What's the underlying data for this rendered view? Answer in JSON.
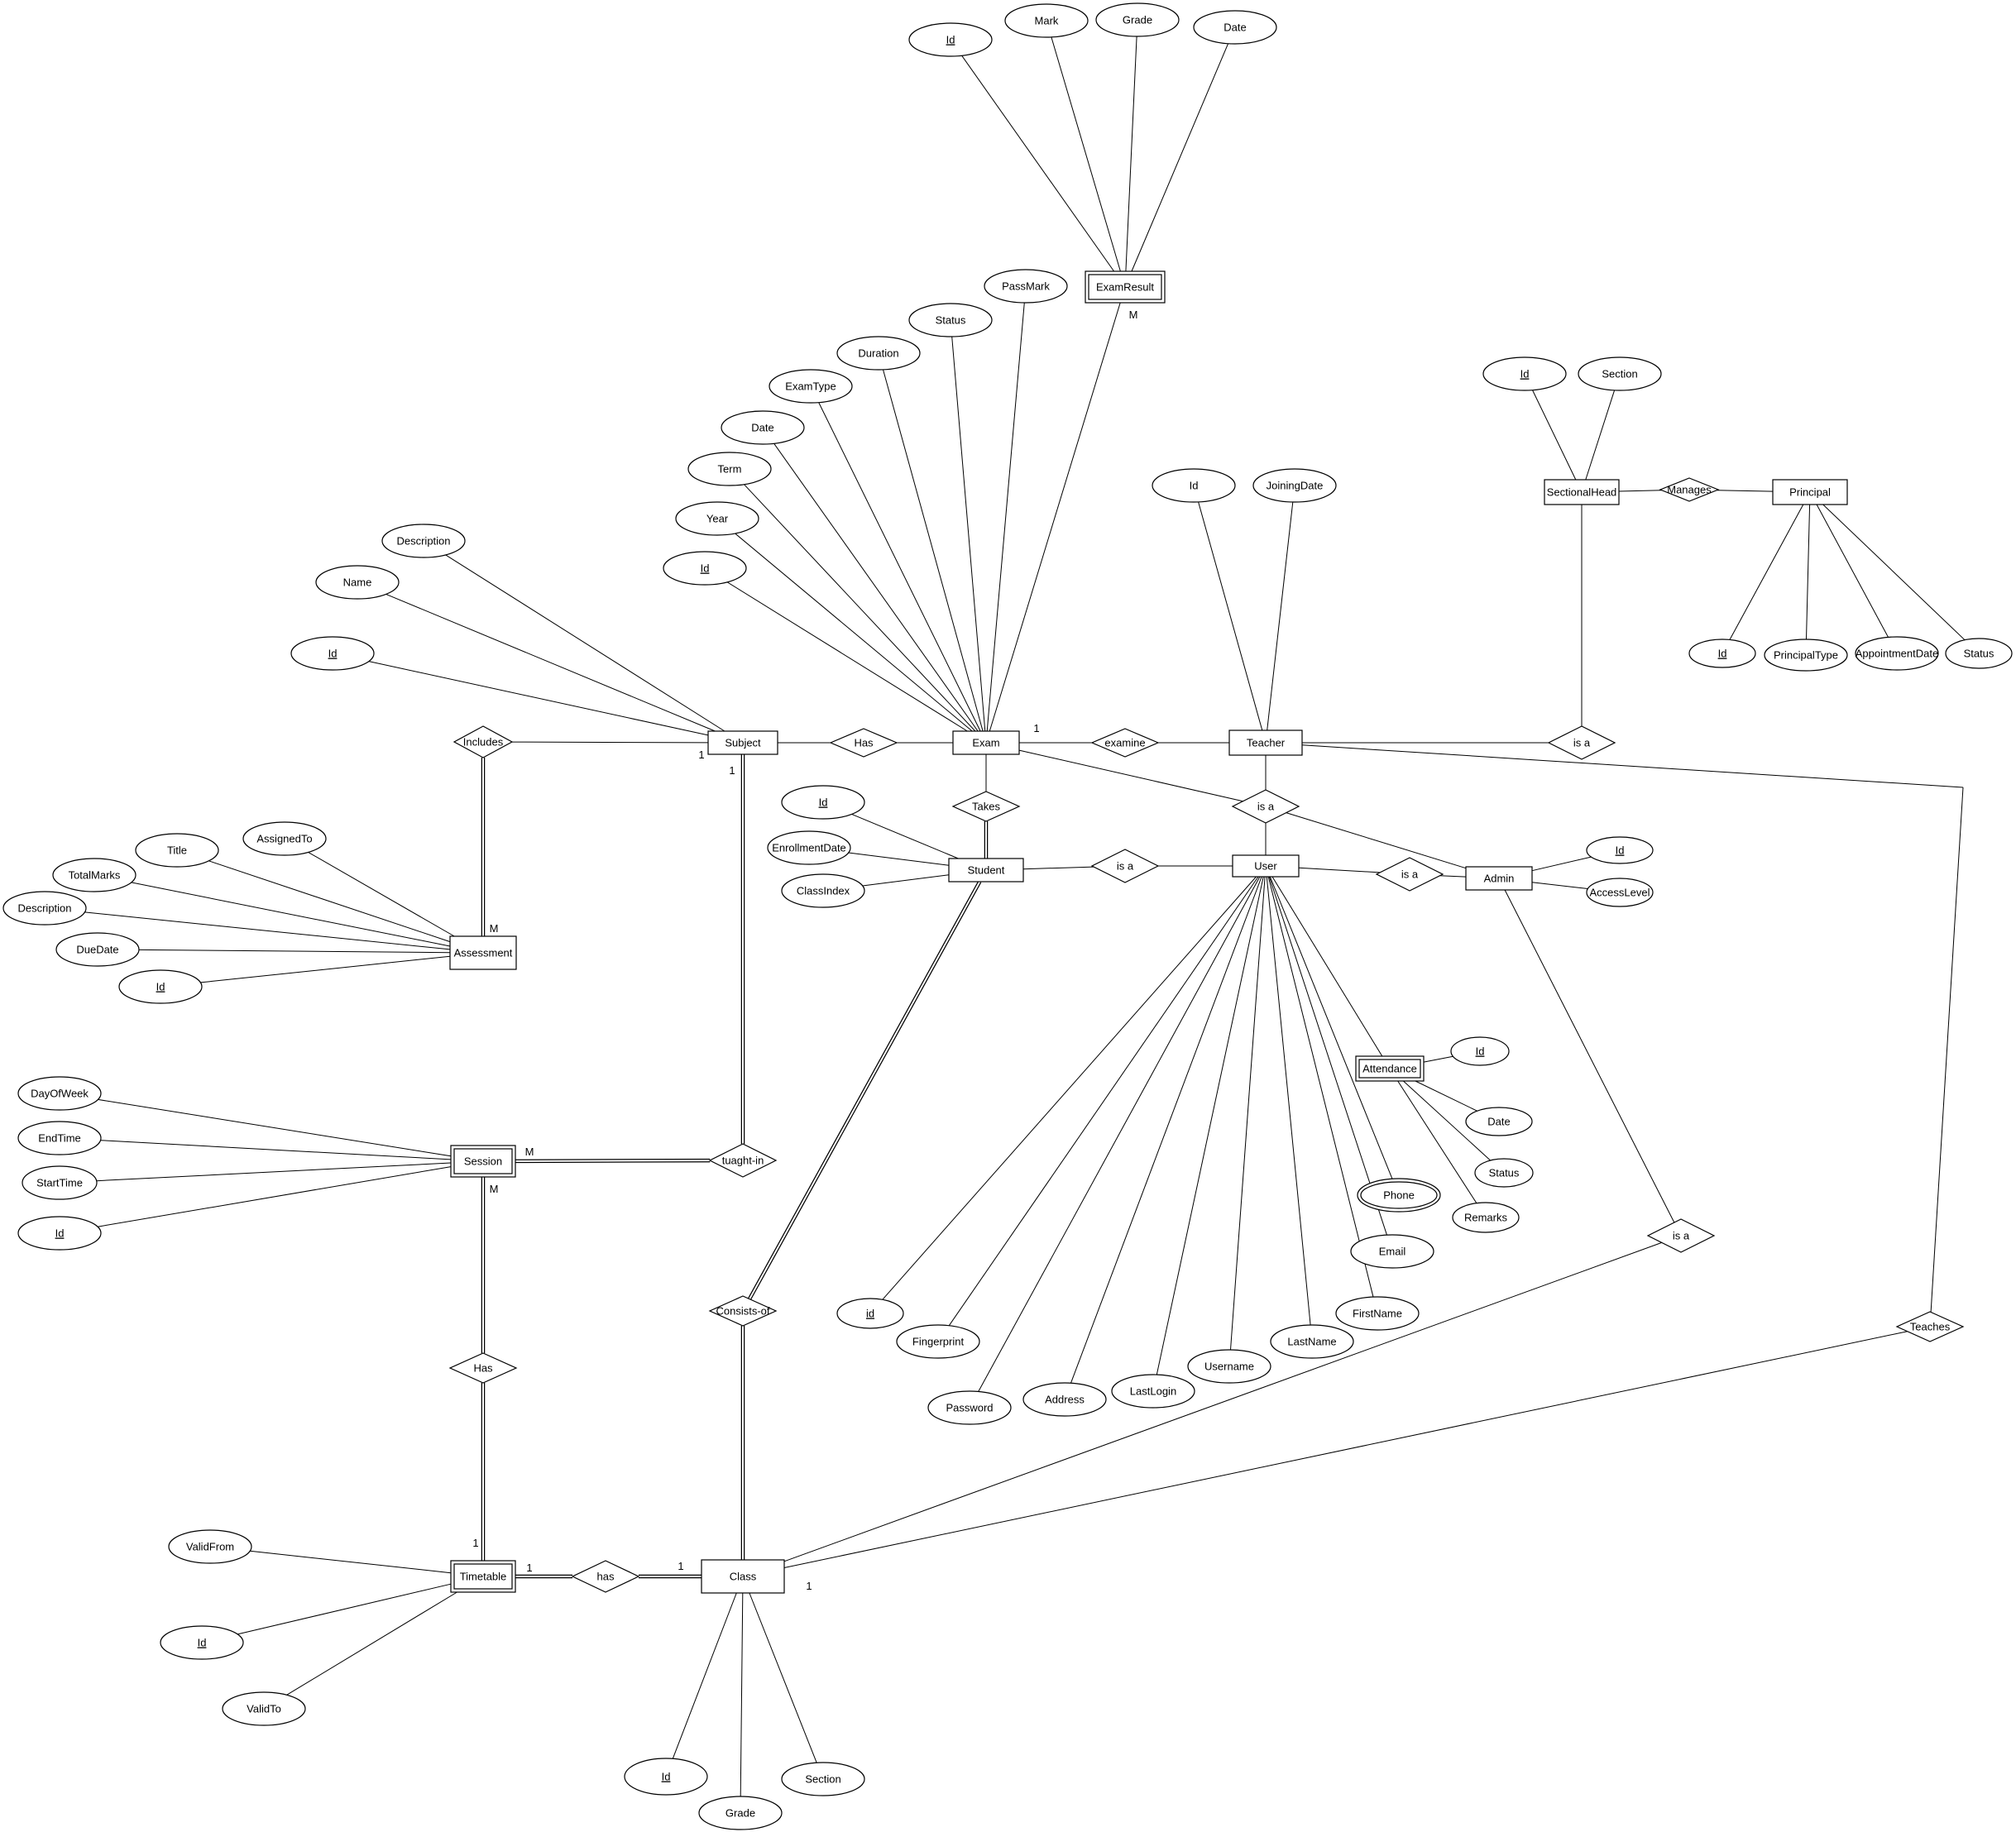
{
  "entities": [
    {
      "id": "examresult",
      "label": "ExamResult",
      "weak": true
    },
    {
      "id": "sectionalhead",
      "label": "SectionalHead",
      "weak": false
    },
    {
      "id": "principal",
      "label": "Principal",
      "weak": false
    },
    {
      "id": "subject",
      "label": "Subject",
      "weak": false
    },
    {
      "id": "exam",
      "label": "Exam",
      "weak": false
    },
    {
      "id": "teacher",
      "label": "Teacher",
      "weak": false
    },
    {
      "id": "student",
      "label": "Student",
      "weak": false
    },
    {
      "id": "user",
      "label": "User",
      "weak": false
    },
    {
      "id": "admin",
      "label": "Admin",
      "weak": false
    },
    {
      "id": "assessment",
      "label": "Assessment",
      "weak": false
    },
    {
      "id": "attendance",
      "label": "Attendance",
      "weak": true
    },
    {
      "id": "session",
      "label": "Session",
      "weak": true
    },
    {
      "id": "timetable",
      "label": "Timetable",
      "weak": true
    },
    {
      "id": "class",
      "label": "Class",
      "weak": false
    }
  ],
  "relationships": [
    {
      "id": "r-manages",
      "label": "Manages"
    },
    {
      "id": "r-isa-sectional",
      "label": "is a"
    },
    {
      "id": "r-includes",
      "label": "Includes"
    },
    {
      "id": "r-has-subject-exam",
      "label": "Has"
    },
    {
      "id": "r-examine",
      "label": "examine"
    },
    {
      "id": "r-takes",
      "label": "Takes"
    },
    {
      "id": "r-isa-teacher",
      "label": "is a"
    },
    {
      "id": "r-isa-student",
      "label": "is a"
    },
    {
      "id": "r-isa-admin",
      "label": "is a"
    },
    {
      "id": "r-tuaght-in",
      "label": "tuaght-in"
    },
    {
      "id": "r-isa-class",
      "label": "is a"
    },
    {
      "id": "r-consists-of",
      "label": "Consists-of"
    },
    {
      "id": "r-teaches",
      "label": "Teaches"
    },
    {
      "id": "r-has-session-timetable",
      "label": "Has"
    },
    {
      "id": "r-has-timetable-class",
      "label": "has"
    }
  ],
  "attributes": [
    {
      "id": "a-er-id",
      "label": "Id",
      "key": true,
      "multi": false
    },
    {
      "id": "a-er-mark",
      "label": "Mark",
      "key": false,
      "multi": false
    },
    {
      "id": "a-er-grade",
      "label": "Grade",
      "key": false,
      "multi": false
    },
    {
      "id": "a-er-date",
      "label": "Date",
      "key": false,
      "multi": false
    },
    {
      "id": "a-ex-passmark",
      "label": "PassMark",
      "key": false,
      "multi": false
    },
    {
      "id": "a-ex-status",
      "label": "Status",
      "key": false,
      "multi": false
    },
    {
      "id": "a-ex-duration",
      "label": "Duration",
      "key": false,
      "multi": false
    },
    {
      "id": "a-ex-examtype",
      "label": "ExamType",
      "key": false,
      "multi": false
    },
    {
      "id": "a-ex-date",
      "label": "Date",
      "key": false,
      "multi": false
    },
    {
      "id": "a-ex-term",
      "label": "Term",
      "key": false,
      "multi": false
    },
    {
      "id": "a-ex-year",
      "label": "Year",
      "key": false,
      "multi": false
    },
    {
      "id": "a-ex-id",
      "label": "Id",
      "key": true,
      "multi": false
    },
    {
      "id": "a-sh-id",
      "label": "Id",
      "key": true,
      "multi": false
    },
    {
      "id": "a-sh-section",
      "label": "Section",
      "key": false,
      "multi": false
    },
    {
      "id": "a-te-id",
      "label": "Id",
      "key": false,
      "multi": false
    },
    {
      "id": "a-te-joiningdate",
      "label": "JoiningDate",
      "key": false,
      "multi": false
    },
    {
      "id": "a-pr-id",
      "label": "Id",
      "key": true,
      "multi": false
    },
    {
      "id": "a-pr-principaltype",
      "label": "PrincipalType",
      "key": false,
      "multi": false
    },
    {
      "id": "a-pr-appointmentdate",
      "label": "AppointmentDate",
      "key": false,
      "multi": false
    },
    {
      "id": "a-pr-status",
      "label": "Status",
      "key": false,
      "multi": false
    },
    {
      "id": "a-su-description",
      "label": "Description",
      "key": false,
      "multi": false
    },
    {
      "id": "a-su-name",
      "label": "Name",
      "key": false,
      "multi": false
    },
    {
      "id": "a-su-id",
      "label": "Id",
      "key": true,
      "multi": false
    },
    {
      "id": "a-st-id",
      "label": "Id",
      "key": true,
      "multi": false
    },
    {
      "id": "a-st-enrollmentdate",
      "label": "EnrollmentDate",
      "key": false,
      "multi": false
    },
    {
      "id": "a-st-classindex",
      "label": "ClassIndex",
      "key": false,
      "multi": false
    },
    {
      "id": "a-ad-id",
      "label": "Id",
      "key": true,
      "multi": false
    },
    {
      "id": "a-ad-accesslevel",
      "label": "AccessLevel",
      "key": false,
      "multi": false
    },
    {
      "id": "a-as-assignedto",
      "label": "AssignedTo",
      "key": false,
      "multi": false
    },
    {
      "id": "a-as-title",
      "label": "Title",
      "key": false,
      "multi": false
    },
    {
      "id": "a-as-totalmarks",
      "label": "TotalMarks",
      "key": false,
      "multi": false
    },
    {
      "id": "a-as-description",
      "label": "Description",
      "key": false,
      "multi": false
    },
    {
      "id": "a-as-duedate",
      "label": "DueDate",
      "key": false,
      "multi": false
    },
    {
      "id": "a-as-id",
      "label": "Id",
      "key": true,
      "multi": false
    },
    {
      "id": "a-at-id",
      "label": "Id",
      "key": true,
      "multi": false
    },
    {
      "id": "a-at-date",
      "label": "Date",
      "key": false,
      "multi": false
    },
    {
      "id": "a-at-status",
      "label": "Status",
      "key": false,
      "multi": false
    },
    {
      "id": "a-at-remarks",
      "label": "Remarks",
      "key": false,
      "multi": false
    },
    {
      "id": "a-us-phone",
      "label": "Phone",
      "key": false,
      "multi": true
    },
    {
      "id": "a-us-email",
      "label": "Email",
      "key": false,
      "multi": false
    },
    {
      "id": "a-us-firstname",
      "label": "FirstName",
      "key": false,
      "multi": false
    },
    {
      "id": "a-us-lastname",
      "label": "LastName",
      "key": false,
      "multi": false
    },
    {
      "id": "a-us-username",
      "label": "Username",
      "key": false,
      "multi": false
    },
    {
      "id": "a-us-lastlogin",
      "label": "LastLogin",
      "key": false,
      "multi": false
    },
    {
      "id": "a-us-address",
      "label": "Address",
      "key": false,
      "multi": false
    },
    {
      "id": "a-us-password",
      "label": "Password",
      "key": false,
      "multi": false
    },
    {
      "id": "a-us-fingerprint",
      "label": "Fingerprint",
      "key": false,
      "multi": false
    },
    {
      "id": "a-us-id",
      "label": "id",
      "key": true,
      "multi": false
    },
    {
      "id": "a-se-dayofweek",
      "label": "DayOfWeek",
      "key": false,
      "multi": false
    },
    {
      "id": "a-se-endtime",
      "label": "EndTime",
      "key": false,
      "multi": false
    },
    {
      "id": "a-se-starttime",
      "label": "StartTime",
      "key": false,
      "multi": false
    },
    {
      "id": "a-se-id",
      "label": "Id",
      "key": true,
      "multi": false
    },
    {
      "id": "a-tt-validfrom",
      "label": "ValidFrom",
      "key": false,
      "multi": false
    },
    {
      "id": "a-tt-id",
      "label": "Id",
      "key": true,
      "multi": false
    },
    {
      "id": "a-tt-validto",
      "label": "ValidTo",
      "key": false,
      "multi": false
    },
    {
      "id": "a-cl-id",
      "label": "Id",
      "key": true,
      "multi": false
    },
    {
      "id": "a-cl-grade",
      "label": "Grade",
      "key": false,
      "multi": false
    },
    {
      "id": "a-cl-section",
      "label": "Section",
      "key": false,
      "multi": false
    }
  ],
  "cardinalities": [
    {
      "id": "c-examresult-m",
      "label": "M"
    },
    {
      "id": "c-exam-1",
      "label": "1"
    },
    {
      "id": "c-subject-1a",
      "label": "1"
    },
    {
      "id": "c-subject-1b",
      "label": "1"
    },
    {
      "id": "c-assessment-m",
      "label": "M"
    },
    {
      "id": "c-session-m1",
      "label": "M"
    },
    {
      "id": "c-session-m2",
      "label": "M"
    },
    {
      "id": "c-timetable-1a",
      "label": "1"
    },
    {
      "id": "c-timetable-1b",
      "label": "1"
    },
    {
      "id": "c-class-1a",
      "label": "1"
    },
    {
      "id": "c-class-1b",
      "label": "1"
    }
  ]
}
